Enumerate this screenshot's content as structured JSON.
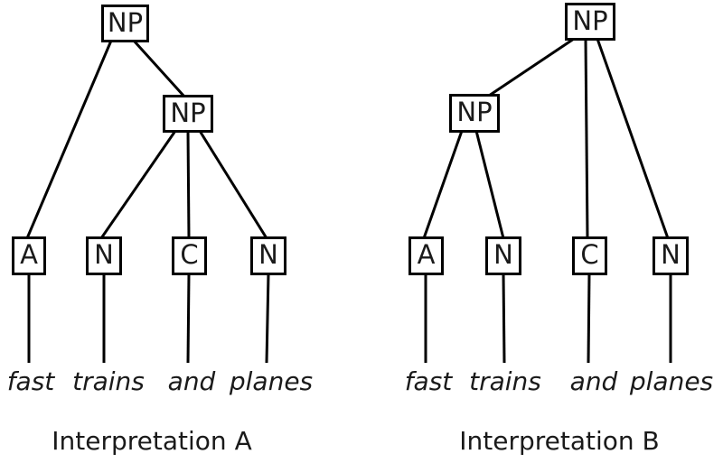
{
  "figure": {
    "background_color": "#ffffff",
    "line_color": "#000000",
    "phrase": "fast trains and planes",
    "trees": [
      {
        "id": "A",
        "caption": "Interpretation A",
        "nodes": {
          "root": "NP",
          "inner": "NP",
          "leaves": [
            "A",
            "N",
            "C",
            "N"
          ]
        },
        "words": [
          "fast",
          "trains",
          "and",
          "planes"
        ],
        "edges": [
          [
            "np-root",
            "a"
          ],
          [
            "np-root",
            "np-inner"
          ],
          [
            "np-inner",
            "n1"
          ],
          [
            "np-inner",
            "c"
          ],
          [
            "np-inner",
            "n2"
          ],
          [
            "a",
            "fast"
          ],
          [
            "n1",
            "trains"
          ],
          [
            "c",
            "and"
          ],
          [
            "n2",
            "planes"
          ]
        ]
      },
      {
        "id": "B",
        "caption": "Interpretation B",
        "nodes": {
          "root": "NP",
          "inner": "NP",
          "leaves": [
            "A",
            "N",
            "C",
            "N"
          ]
        },
        "words": [
          "fast",
          "trains",
          "and",
          "planes"
        ],
        "edges": [
          [
            "np-root",
            "np-inner"
          ],
          [
            "np-root",
            "c"
          ],
          [
            "np-root",
            "n2"
          ],
          [
            "np-inner",
            "a"
          ],
          [
            "np-inner",
            "n1"
          ],
          [
            "a",
            "fast"
          ],
          [
            "n1",
            "trains"
          ],
          [
            "c",
            "and"
          ],
          [
            "n2",
            "planes"
          ]
        ]
      }
    ]
  }
}
